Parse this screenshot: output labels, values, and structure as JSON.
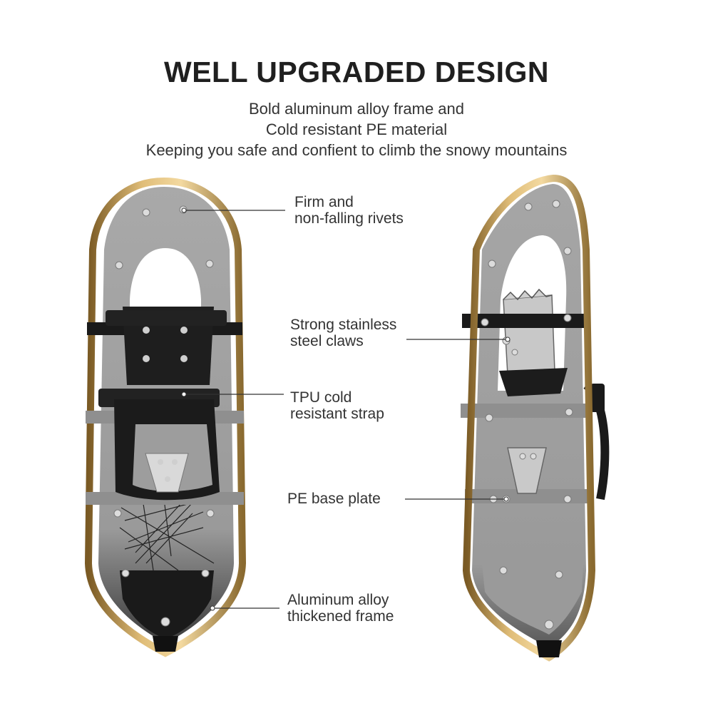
{
  "header": {
    "title": "WELL UPGRADED DESIGN",
    "subtitle_lines": [
      "Bold aluminum alloy frame and",
      "Cold resistant PE material",
      "Keeping you safe and confient to climb the snowy mountains"
    ]
  },
  "callouts": [
    {
      "lines": [
        "Firm and",
        "non-falling rivets"
      ]
    },
    {
      "lines": [
        "Strong stainless",
        "steel claws"
      ]
    },
    {
      "lines": [
        "TPU cold",
        "resistant strap"
      ]
    },
    {
      "lines": [
        "PE base plate"
      ]
    },
    {
      "lines": [
        "Aluminum alloy",
        "thickened frame"
      ]
    }
  ],
  "colors": {
    "frame_gold": "#c9a25a",
    "deck_gray": "#9c9c9c",
    "binding_black": "#1e1e1e",
    "text": "#333333"
  }
}
